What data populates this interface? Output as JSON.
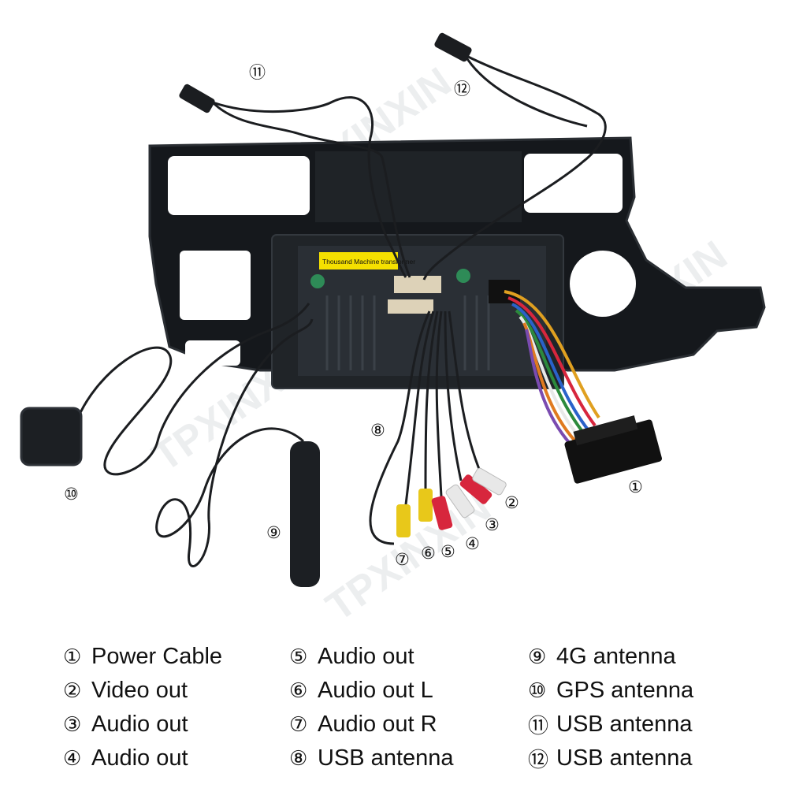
{
  "colors": {
    "panel": "#15181c",
    "cable": "#1b1d20",
    "rca_red": "#d7263d",
    "rca_white": "#e8e8e8",
    "rca_yellow": "#e8c81a",
    "label_yellow": "#f5e000"
  },
  "sticker_text": "Thousand Machine transformer",
  "watermark": "TPXINXIN",
  "callouts": [
    {
      "id": "1",
      "symbol": "①"
    },
    {
      "id": "2",
      "symbol": "②"
    },
    {
      "id": "3",
      "symbol": "③"
    },
    {
      "id": "4",
      "symbol": "④"
    },
    {
      "id": "5",
      "symbol": "⑤"
    },
    {
      "id": "6",
      "symbol": "⑥"
    },
    {
      "id": "7",
      "symbol": "⑦"
    },
    {
      "id": "8",
      "symbol": "⑧"
    },
    {
      "id": "9",
      "symbol": "⑨"
    },
    {
      "id": "10",
      "symbol": "⑩"
    },
    {
      "id": "11",
      "symbol": "⑪"
    },
    {
      "id": "12",
      "symbol": "⑫"
    }
  ],
  "legend": {
    "col1": [
      {
        "symbol": "①",
        "text": "Power Cable"
      },
      {
        "symbol": "②",
        "text": "Video out"
      },
      {
        "symbol": "③",
        "text": "Audio out"
      },
      {
        "symbol": "④",
        "text": "Audio out"
      }
    ],
    "col2": [
      {
        "symbol": "⑤",
        "text": "Audio out"
      },
      {
        "symbol": "⑥",
        "text": "Audio out L"
      },
      {
        "symbol": "⑦",
        "text": "Audio out R"
      },
      {
        "symbol": "⑧",
        "text": "USB antenna"
      }
    ],
    "col3": [
      {
        "symbol": "⑨",
        "text": "4G antenna"
      },
      {
        "symbol": "⑩",
        "text": "GPS antenna"
      },
      {
        "symbol": "⑪",
        "text": "USB antenna"
      },
      {
        "symbol": "⑫",
        "text": "USB antenna"
      }
    ]
  }
}
